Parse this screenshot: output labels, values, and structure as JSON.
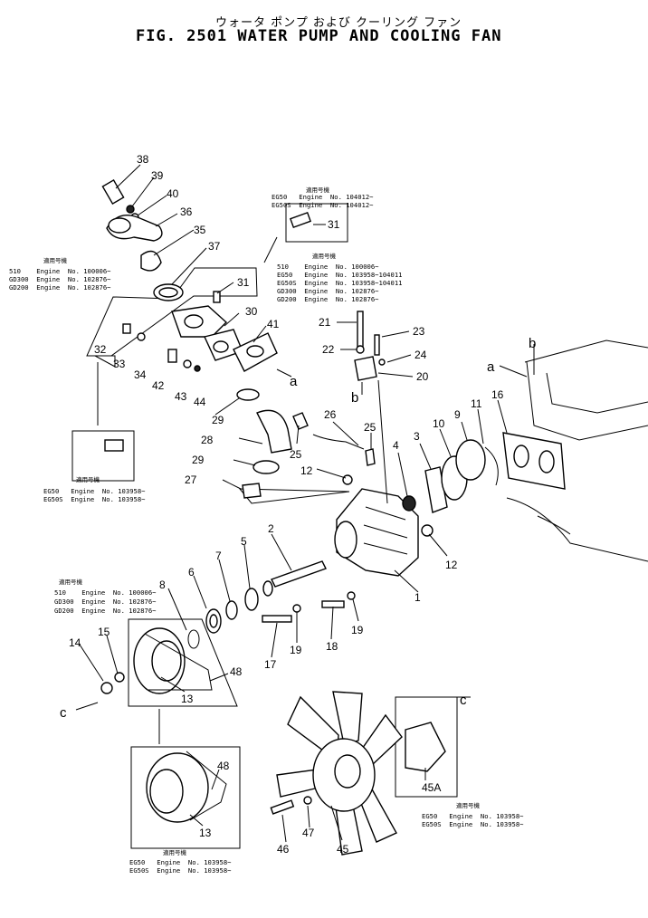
{
  "title": {
    "jp": "ウォータ ポンプ および クーリング ファン",
    "en": "FIG. 2501  WATER PUMP AND COOLING FAN"
  },
  "legends": {
    "top_right": {
      "header": "適用号機",
      "lines": [
        "EG50   Engine  No. 104012~",
        "EG50S  Engine  No. 104012~"
      ]
    },
    "mid_right": {
      "header": "適用号機",
      "lines": [
        "510    Engine  No. 100006~",
        "EG50   Engine  No. 103958~104011",
        "EG50S  Engine  No. 103958~104011",
        "GD300  Engine  No. 102876~",
        "GD200  Engine  No. 102876~"
      ]
    },
    "left_upper": {
      "header": "適用号機",
      "lines": [
        "510    Engine  No. 100006~",
        "GD300  Engine  No. 102876~",
        "GD200  Engine  No. 102876~"
      ]
    },
    "left_mid": {
      "header": "適用号機",
      "lines": [
        "EG50   Engine  No. 103958~",
        "EG50S  Engine  No. 103958~"
      ]
    },
    "left_lower": {
      "header": "適用号機",
      "lines": [
        "510    Engine  No. 100006~",
        "GD300  Engine  No. 102876~",
        "GD200  Engine  No. 102876~"
      ]
    },
    "bottom_left": {
      "header": "適用号機",
      "lines": [
        "EG50   Engine  No. 103958~",
        "EG50S  Engine  No. 103958~"
      ]
    },
    "bottom_right": {
      "header": "適用号機",
      "lines": [
        "EG50   Engine  No. 103958~",
        "EG50S  Engine  No. 103958~"
      ]
    }
  },
  "callouts": [
    "38",
    "39",
    "40",
    "36",
    "35",
    "37",
    "31",
    "31",
    "30",
    "41",
    "32",
    "33",
    "34",
    "42",
    "43",
    "44",
    "29",
    "28",
    "29",
    "27",
    "26",
    "25",
    "25",
    "12",
    "21",
    "22",
    "23",
    "24",
    "20",
    "4",
    "3",
    "10",
    "9",
    "11",
    "16",
    "2",
    "5",
    "7",
    "6",
    "8",
    "12",
    "1",
    "19",
    "18",
    "17",
    "19",
    "14",
    "15",
    "13",
    "48",
    "48",
    "13",
    "45A",
    "45",
    "46",
    "47"
  ],
  "letters": [
    "a",
    "b",
    "a",
    "b",
    "c",
    "c"
  ]
}
